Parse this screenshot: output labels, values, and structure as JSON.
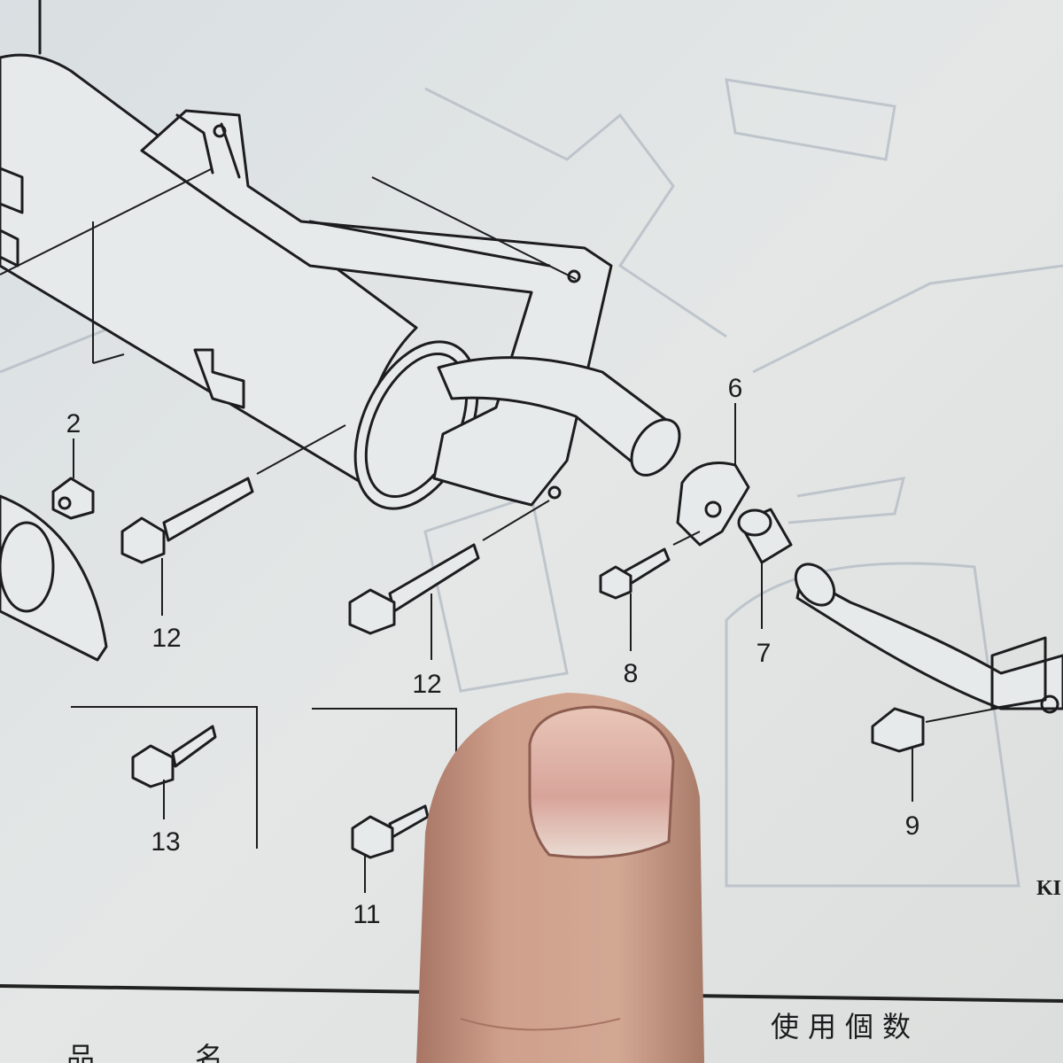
{
  "callouts": {
    "c2": "2",
    "c6": "6",
    "c12a": "12",
    "c12b": "12",
    "c8": "8",
    "c7": "7",
    "c9": "9",
    "c13": "13",
    "c11": "11",
    "edge_code": "KI"
  },
  "table_header": {
    "quantity": "使用個数",
    "name_left": "品",
    "name_right": "名"
  },
  "colors": {
    "paper": "#dfe3e4",
    "ink": "#1d1d20",
    "skin": "#c89a85"
  }
}
